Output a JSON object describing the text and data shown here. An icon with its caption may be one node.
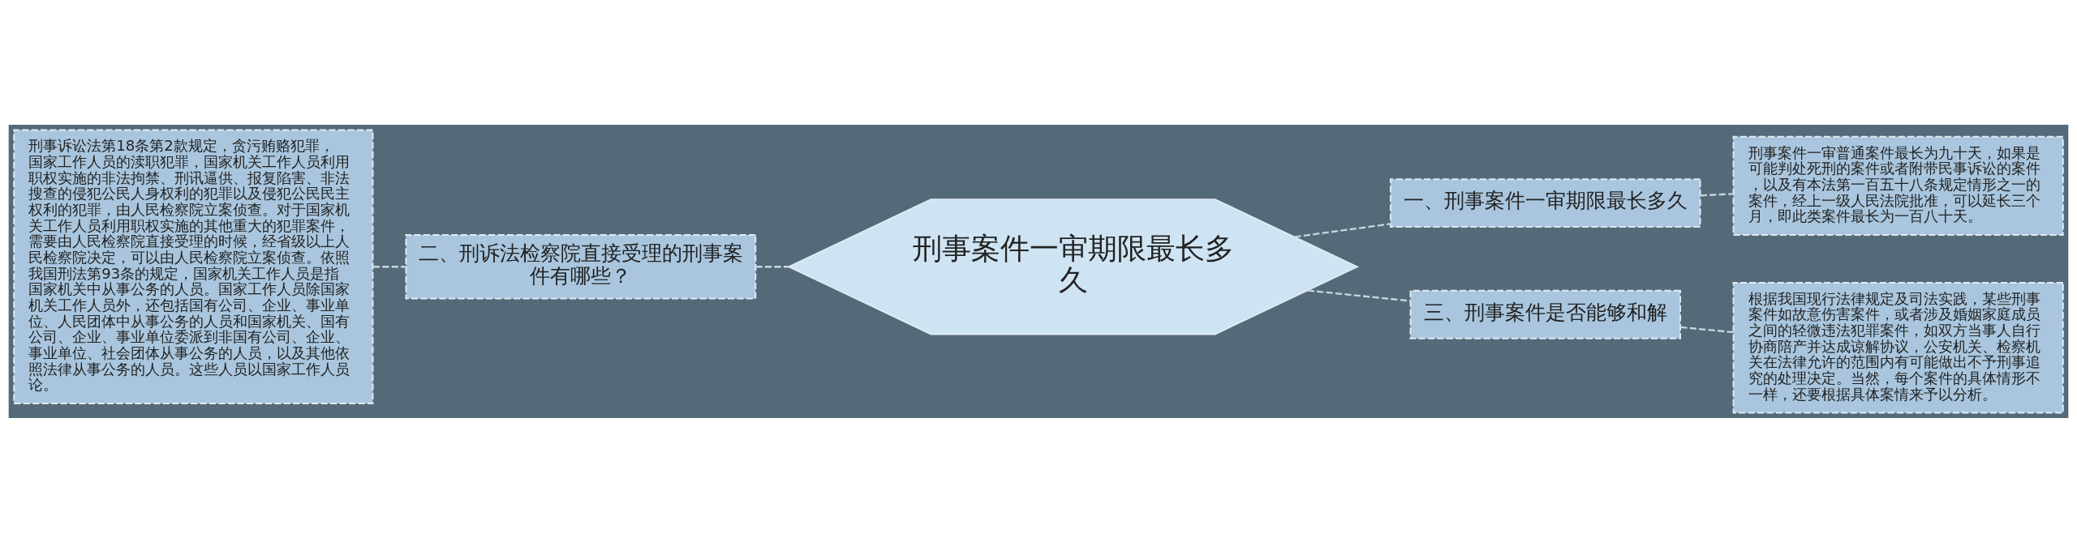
{
  "diagram": {
    "nodes": [
      {
        "text": [
          "刑事诉讼法第18条第2款规定，贪污贿赂犯罪，国家工作人员的渎职犯罪，国家机关工作人员利用职权实施的非法拘禁、刑讯逼供、报复陷害、非法搜查的侵犯公民人身权利的犯罪以及侵犯公民民主权利的犯罪，由人民检察院立案侦查。对于国家机关工作人员利用职权实施的其他重大的犯罪案件，需要由人民检察院直接受理的时候，经省级以上人民检察院决定，可以由人民检察院立案侦查。依照我国刑法第93条的规定，国家机关工作人员是指国家机关中从事公务的人员。国家工作人员除国家机关工作人员外，还包括国有公司、企业、事业单位、人民团体中从事公务的人员和国家机关、国有公司、企业、事业单位委派到非国有公司、企业、事业单位、社会团体从事公务的人员，以及其他依照法律从事公务的人员。这些人员以国家工作人员论。"
        ]
      },
      {
        "text": [
          "二、刑诉法检察院直接受理的刑事案件有哪些？"
        ]
      },
      {
        "text": [
          "刑事案件一审期限最长多久"
        ]
      },
      {
        "text": [
          "一、刑事案件一审期限最长多久"
        ]
      },
      {
        "text": [
          "刑事案件一审普通案件最长为九十天，如果是可能判处死刑的案件或者附带民事诉讼的案件，以及有本法第一百五十八条规定情形之一的案件，经上一级人民法院批准，可以延长三个月，即此类案件最长为一百八十天。"
        ]
      },
      {
        "text": [
          "三、刑事案件是否能够和解"
        ]
      },
      {
        "text": [
          "根据我国现行法律规定及司法实践，某些刑事案件如故意伤害案件，或者涉及婚姻家庭成员之间的轻微违法犯罪案件，如双方当事人自行协商陪产并达成谅解协议，公安机关、检察机关在法律允许的范围内有可能做出不予刑事追究的处理决定。当然，每个案件的具体情形不一样，还要根据具体案情来予以分析。"
        ]
      }
    ],
    "edges": [
      {
        "from": 0,
        "to": 1,
        "arrow": "none",
        "style": "dashed"
      },
      {
        "from": 1,
        "to": 2,
        "arrow": "none",
        "style": "dashed"
      },
      {
        "from": 2,
        "to": 3,
        "arrow": "none",
        "style": "dashed"
      },
      {
        "from": 3,
        "to": 4,
        "arrow": "none",
        "style": "dashed"
      },
      {
        "from": 2,
        "to": 5,
        "arrow": "none",
        "style": "dashed"
      },
      {
        "from": 5,
        "to": 6,
        "arrow": "none",
        "style": "dashed"
      }
    ]
  }
}
